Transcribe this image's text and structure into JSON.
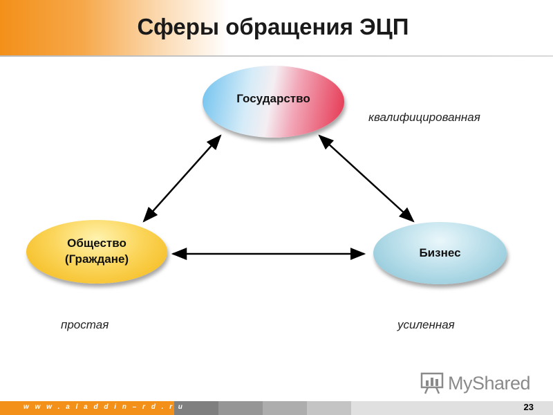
{
  "title": "Сферы обращения ЭЦП",
  "nodes": {
    "government": "Государство",
    "society_line1": "Общество",
    "society_line2": "(Граждане)",
    "business": "Бизнес"
  },
  "labels": {
    "qualified": "квалифицированная",
    "simple": "простая",
    "enhanced": "усиленная"
  },
  "footer": {
    "url": "w w w . a l a d d i n – r d . r u",
    "page_number": "23"
  },
  "watermark": {
    "text": "MyShared"
  },
  "colors": {
    "accent_orange": "#f39019",
    "arrow": "#000000"
  }
}
